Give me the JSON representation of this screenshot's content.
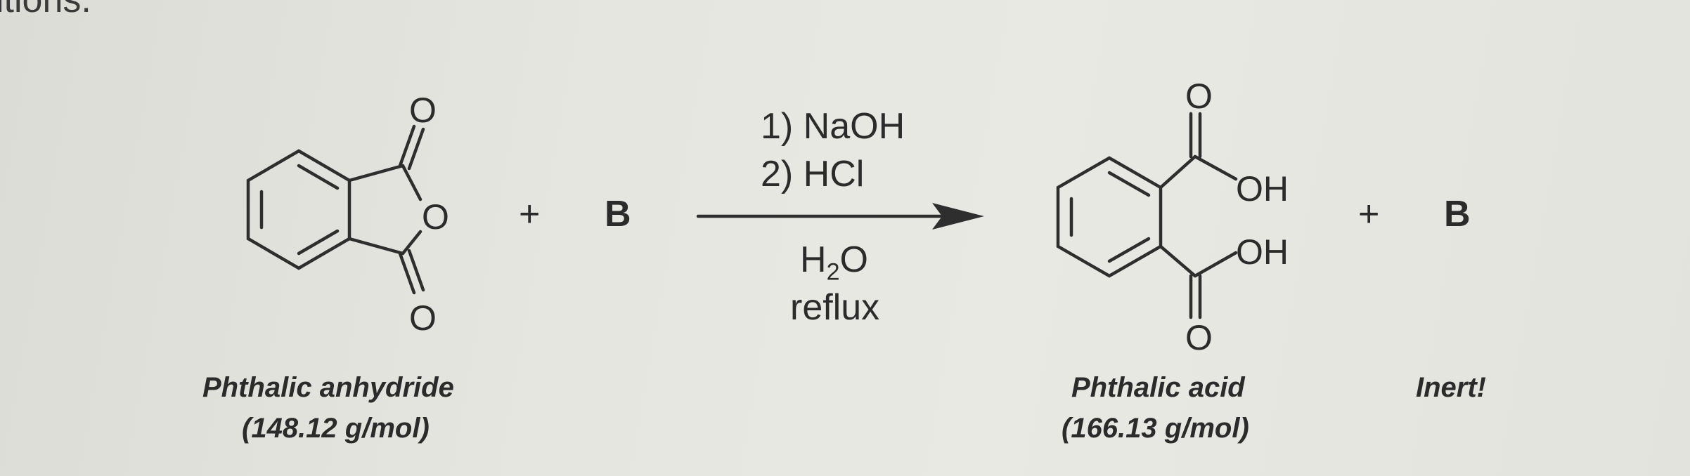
{
  "header_fragment": "itions.",
  "reactant": {
    "atom_o_top": "O",
    "atom_o_ring": "O",
    "atom_o_bottom": "O",
    "name": "Phthalic anhydride",
    "mass": "(148.12 g/mol)"
  },
  "plus_1": "+",
  "reagent_b_left": "B",
  "conditions": {
    "step1": "1) NaOH",
    "step2": "2) HCl",
    "solvent_base": "H",
    "solvent_sub": "2",
    "solvent_tail": "O",
    "temp": "reflux"
  },
  "product": {
    "atom_o_top": "O",
    "atom_oh_top": "OH",
    "atom_oh_bottom": "OH",
    "atom_o_bottom": "O",
    "name": "Phthalic acid",
    "mass": "(166.13 g/mol)"
  },
  "plus_2": "+",
  "reagent_b_right": "B",
  "inert_label": "Inert!"
}
